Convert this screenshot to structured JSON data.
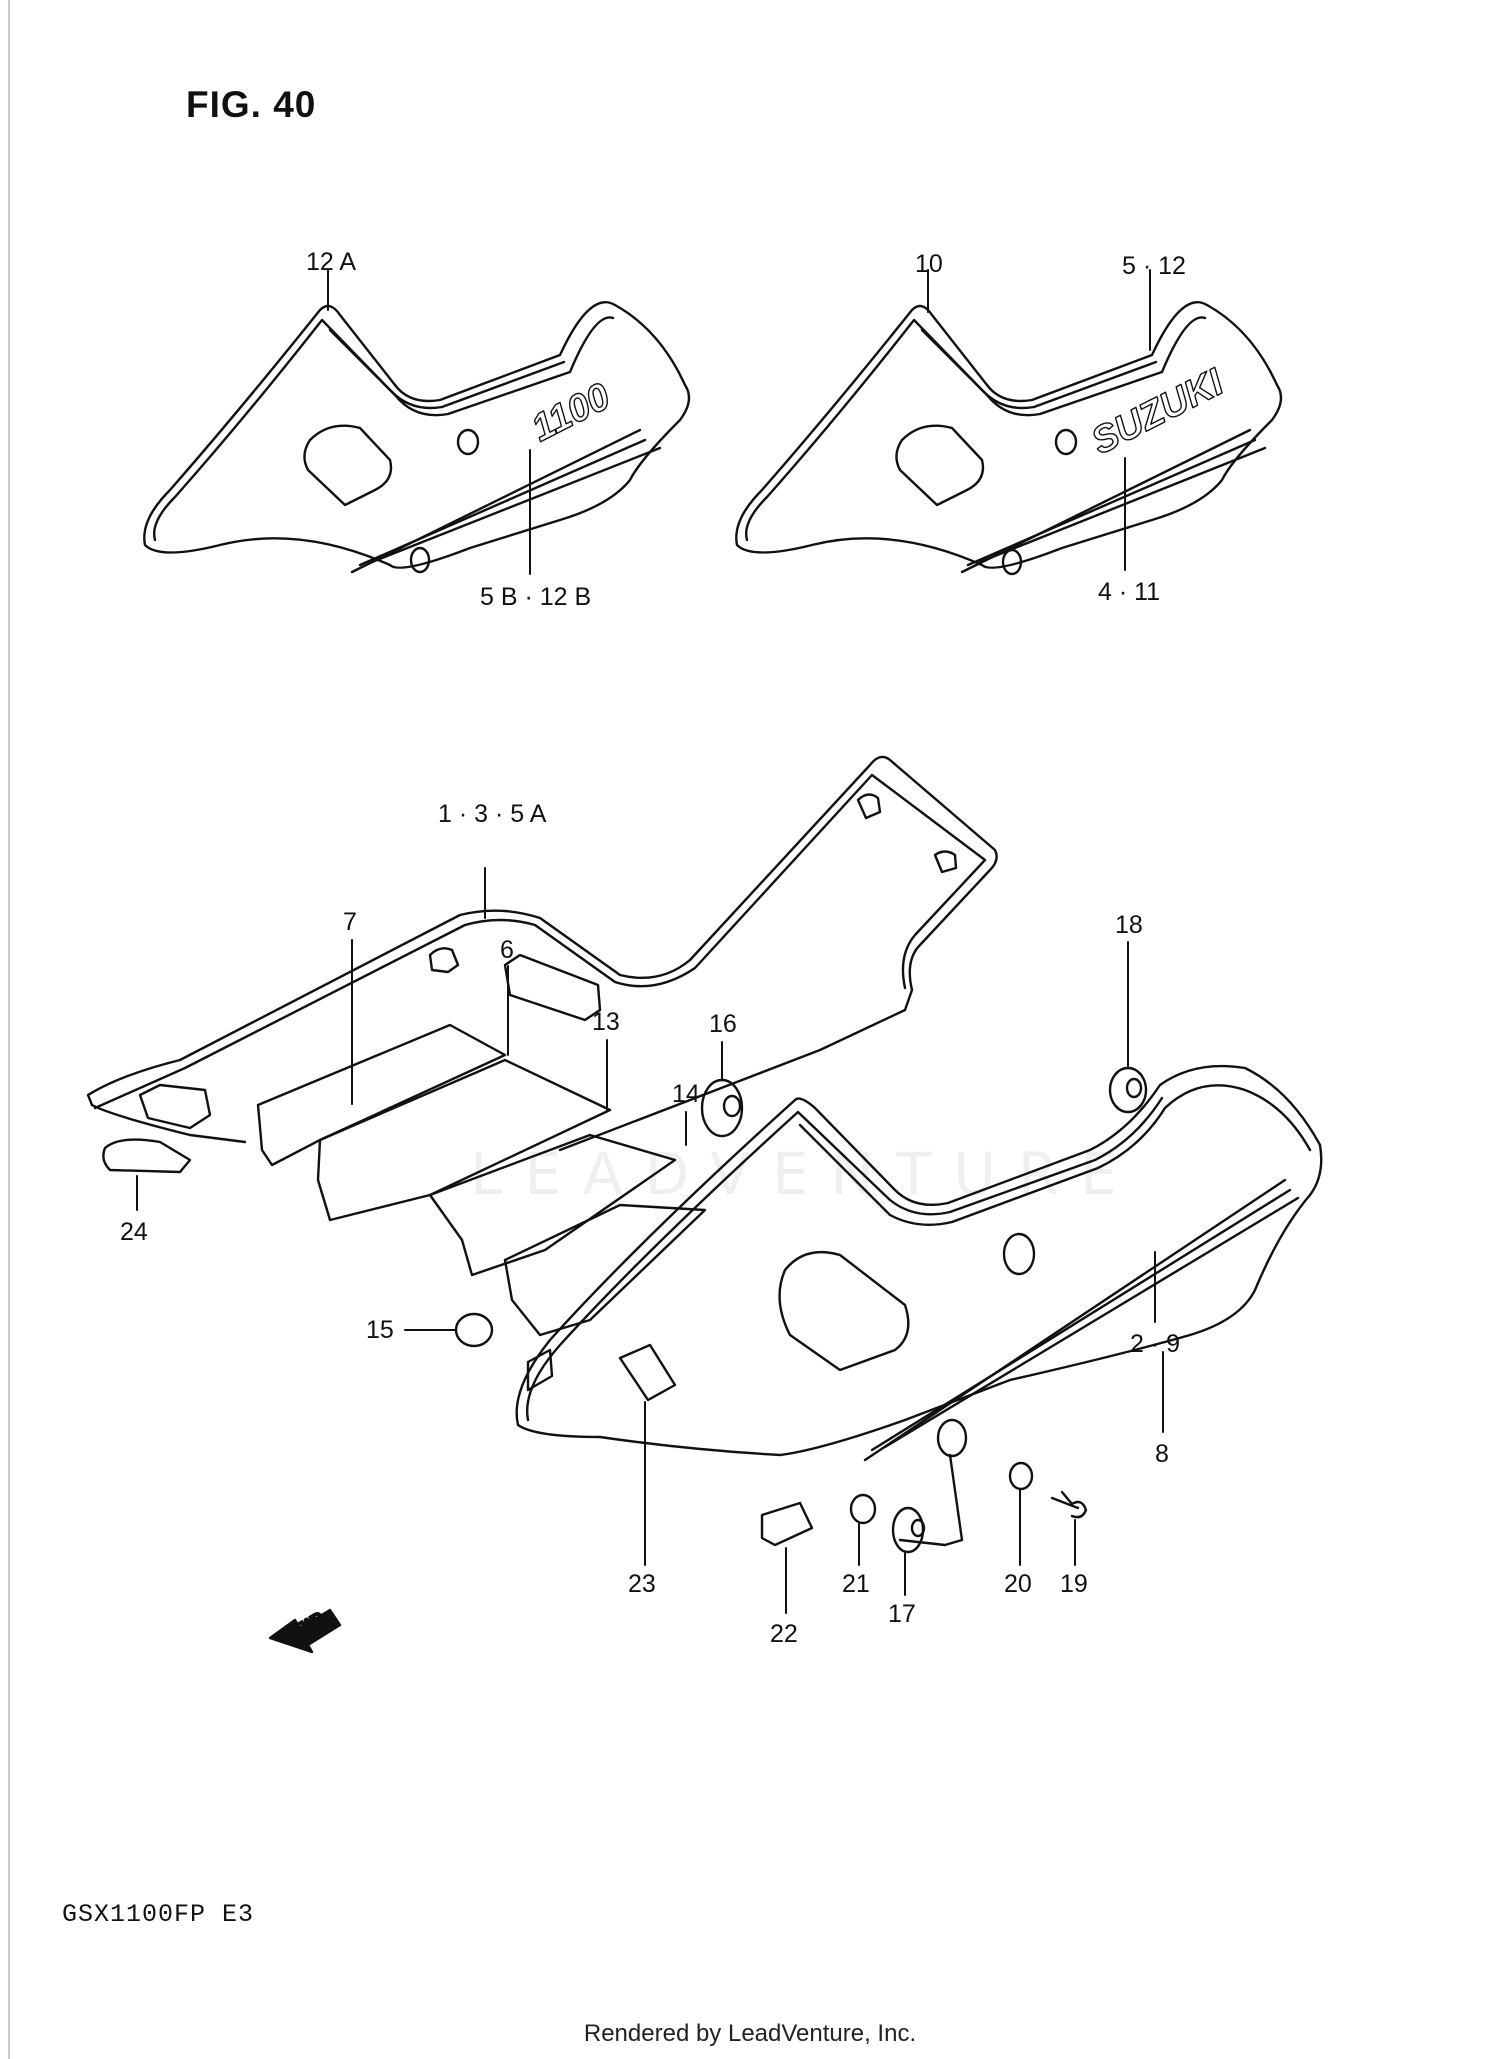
{
  "figure": {
    "title": "FIG. 40",
    "model": "GSX1100FP  E3",
    "footer": "Rendered by LeadVenture, Inc.",
    "watermark": "LEADVENTURE",
    "fwd_label": "FWD"
  },
  "decal_texts": {
    "left_badge": "1100",
    "right_badge": "SUZUKI"
  },
  "callouts": [
    {
      "id": "c-12a",
      "label": "12 A"
    },
    {
      "id": "c-5b12b",
      "label": "5 B · 12 B"
    },
    {
      "id": "c-10",
      "label": "10"
    },
    {
      "id": "c-512",
      "label": "5 · 12"
    },
    {
      "id": "c-411",
      "label": "4 · 11"
    },
    {
      "id": "c-135a",
      "label": "1 · 3 · 5 A"
    },
    {
      "id": "c-7",
      "label": "7"
    },
    {
      "id": "c-6",
      "label": "6"
    },
    {
      "id": "c-13",
      "label": "13"
    },
    {
      "id": "c-16",
      "label": "16"
    },
    {
      "id": "c-14",
      "label": "14"
    },
    {
      "id": "c-18",
      "label": "18"
    },
    {
      "id": "c-24",
      "label": "24"
    },
    {
      "id": "c-15",
      "label": "15"
    },
    {
      "id": "c-29",
      "label": "2 · 9"
    },
    {
      "id": "c-8",
      "label": "8"
    },
    {
      "id": "c-23",
      "label": "23"
    },
    {
      "id": "c-22",
      "label": "22"
    },
    {
      "id": "c-21",
      "label": "21"
    },
    {
      "id": "c-17",
      "label": "17"
    },
    {
      "id": "c-20",
      "label": "20"
    },
    {
      "id": "c-19",
      "label": "19"
    }
  ]
}
